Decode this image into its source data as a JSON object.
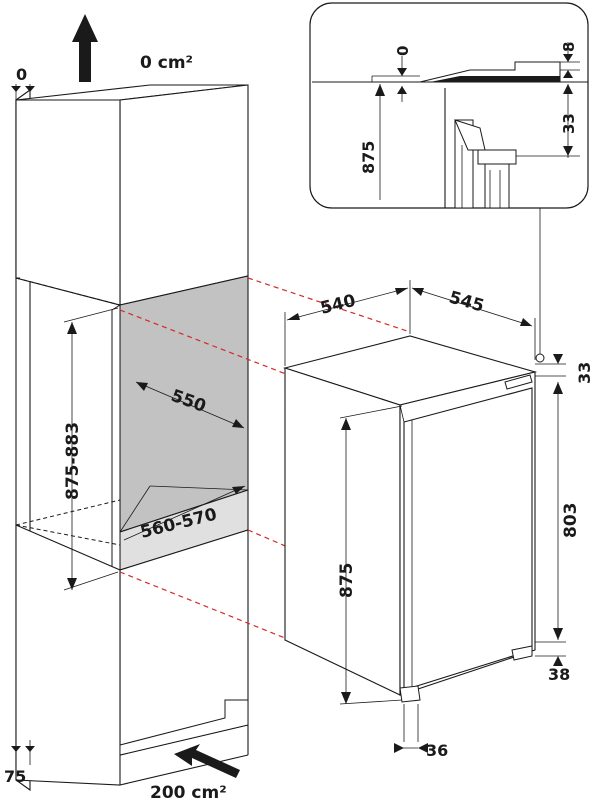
{
  "colors": {
    "line": "#1a1a1a",
    "cavity": "#c2c2c2",
    "cavity_floor": "#e0e0e0",
    "alignment_dash": "#d62828"
  },
  "labels": {
    "vent_top": "0 cm²",
    "vent_bottom": "200 cm²",
    "top_gap_left": "0",
    "cavity_height": "875-883",
    "cavity_width": "550",
    "cavity_depth": "560-570",
    "bottom_left": "75",
    "unit_depth": "540",
    "unit_width": "545",
    "unit_height": "875",
    "door_height": "803",
    "top_offset": "33",
    "bottom_offset": "38",
    "door_offset": "36"
  },
  "detail": {
    "label_875": "875",
    "label_0": "0",
    "label_8": "8",
    "label_33": "33"
  },
  "icons": {
    "arrow_up": "arrow-up-icon",
    "arrow_in": "arrow-diagonal-icon"
  }
}
